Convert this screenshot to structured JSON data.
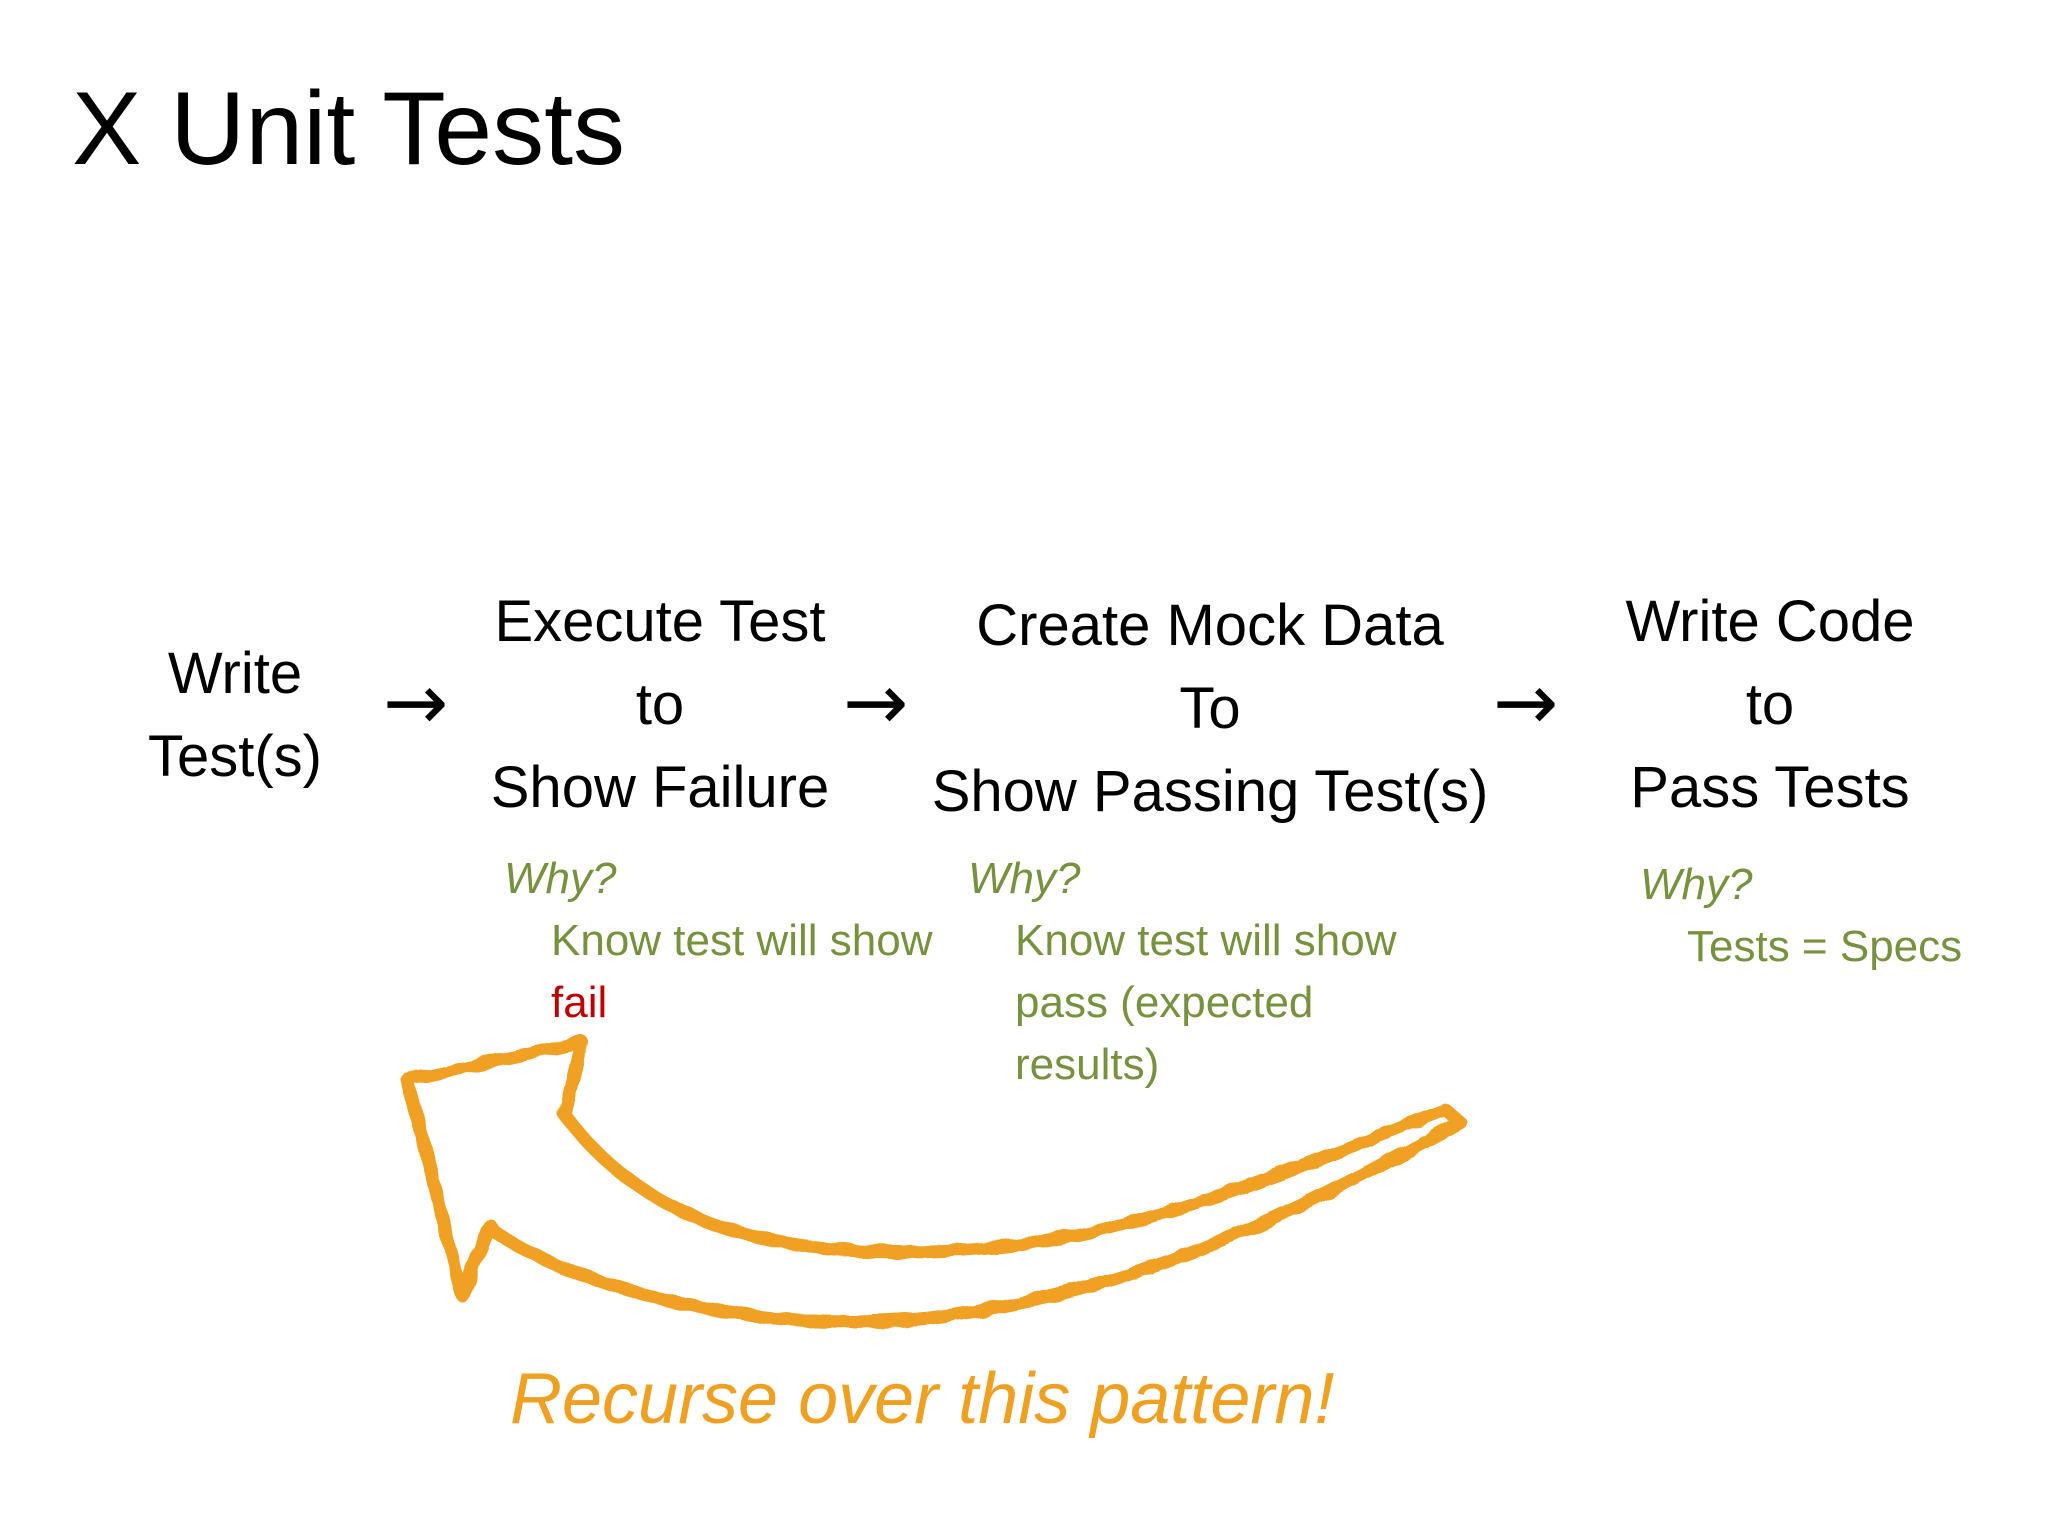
{
  "title": "X Unit Tests",
  "steps": [
    {
      "lines": [
        "Write",
        "Test(s)"
      ]
    },
    {
      "lines": [
        "Execute Test",
        "to",
        "Show Failure"
      ]
    },
    {
      "lines": [
        "Create Mock Data",
        "To",
        "Show Passing Test(s)"
      ]
    },
    {
      "lines": [
        "Write Code",
        "to",
        "Pass Tests"
      ]
    }
  ],
  "arrow_glyph": "→",
  "why_notes": [
    {
      "label": "Why?",
      "line1": "Know test will show",
      "line2_accent": "fail"
    },
    {
      "label": "Why?",
      "lines": [
        "Know test will show",
        "pass (expected",
        "results)"
      ]
    },
    {
      "label": "Why?",
      "lines": [
        "Tests = Specs"
      ]
    }
  ],
  "colors": {
    "why_text": "#76923c",
    "fail_accent": "#c00000",
    "loop_arrow": "#f0a020"
  },
  "caption": "Recurse over this pattern!"
}
